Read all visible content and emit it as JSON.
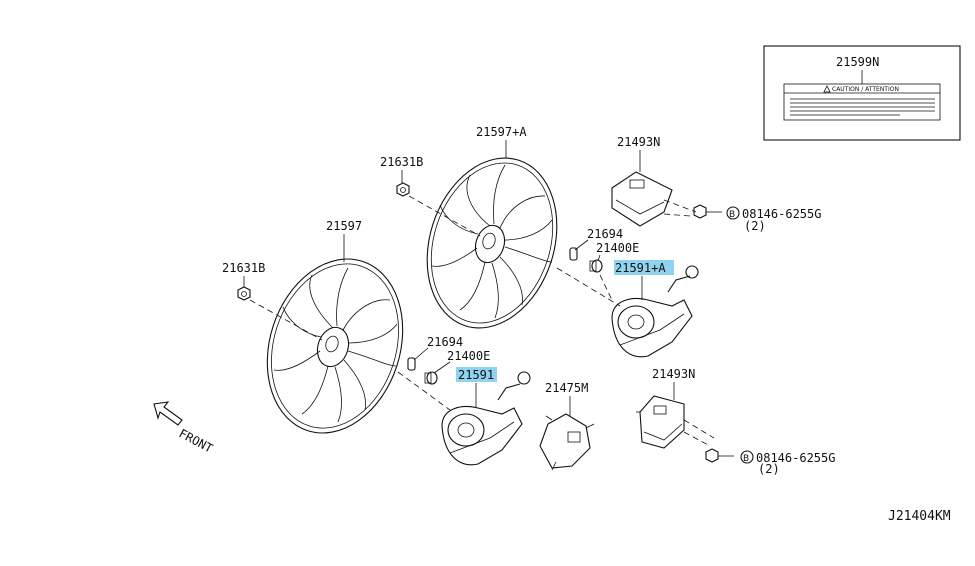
{
  "diagram": {
    "code": "J21404KM",
    "front_label": "FRONT",
    "label_box": {
      "part_no": "21599N",
      "caution_text": "CAUTION / ATTENTION"
    },
    "parts": {
      "fan_upper": "21597+A",
      "fan_lower": "21597",
      "nut_upper": "21631B",
      "nut_lower": "21631B",
      "washer_upper": "21694",
      "washer_lower": "21694",
      "grommet_upper": "21400E",
      "grommet_lower": "21400E",
      "motor_upper": "21591+A",
      "motor_lower": "21591",
      "resistor_upper": "21493N",
      "resistor_lower": "21493N",
      "bracket": "21475M",
      "bolt_upper": "08146-6255G",
      "bolt_upper_qty": "(2)",
      "bolt_lower": "08146-6255G",
      "bolt_lower_qty": "(2)",
      "bolt_prefix": "B"
    },
    "highlight_color": "#8fd3f0"
  }
}
